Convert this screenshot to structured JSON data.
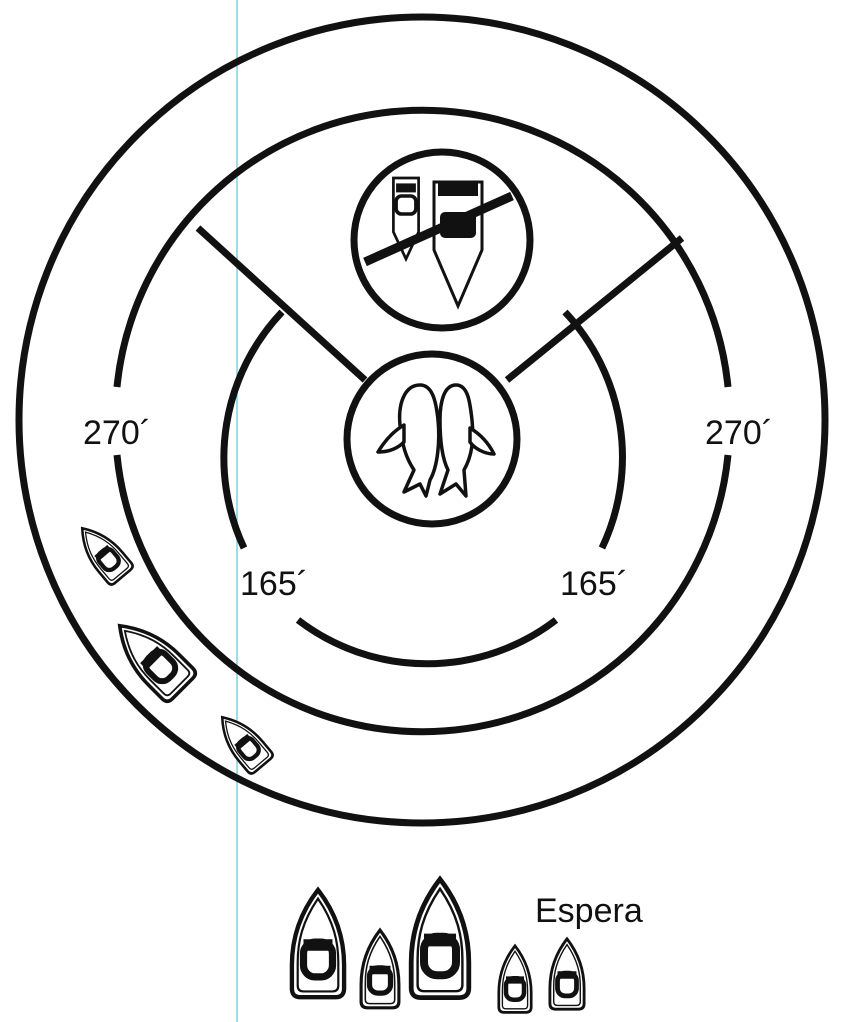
{
  "labels": {
    "outer_distance_left": "270´",
    "outer_distance_right": "270´",
    "inner_distance_left": "165´",
    "inner_distance_right": "165´",
    "waiting": "Espera"
  },
  "icons": {
    "center": "two-whales-icon",
    "upper": "no-boats-icon",
    "approaching": "boat-icon",
    "waiting_queue": "boat-icon"
  },
  "colors": {
    "ink": "#111111",
    "guide_line": "#5bc8d6",
    "background": "#ffffff"
  }
}
